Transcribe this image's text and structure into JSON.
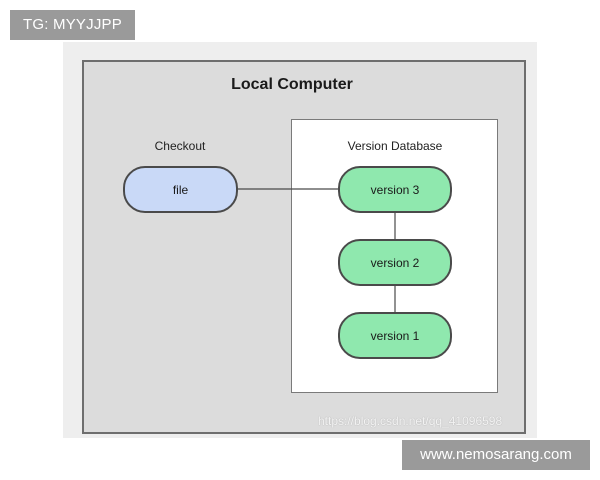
{
  "overlay": {
    "top_badge": "TG: MYYJJPP",
    "bottom_badge": "www.nemosarang.com",
    "watermark": "https://blog.csdn.net/qq_41096598"
  },
  "diagram": {
    "title": "Local Computer",
    "checkout_label": "Checkout",
    "database_label": "Version Database",
    "file_node": "file",
    "versions": [
      "version 3",
      "version 2",
      "version 1"
    ]
  },
  "colors": {
    "frame_background": "#dcdcdc",
    "file_fill": "#c9d9f7",
    "version_fill": "#8fe8ae",
    "database_fill": "#ffffff",
    "outline": "#4a4a4a",
    "badge_background": "#9a9a9a"
  }
}
